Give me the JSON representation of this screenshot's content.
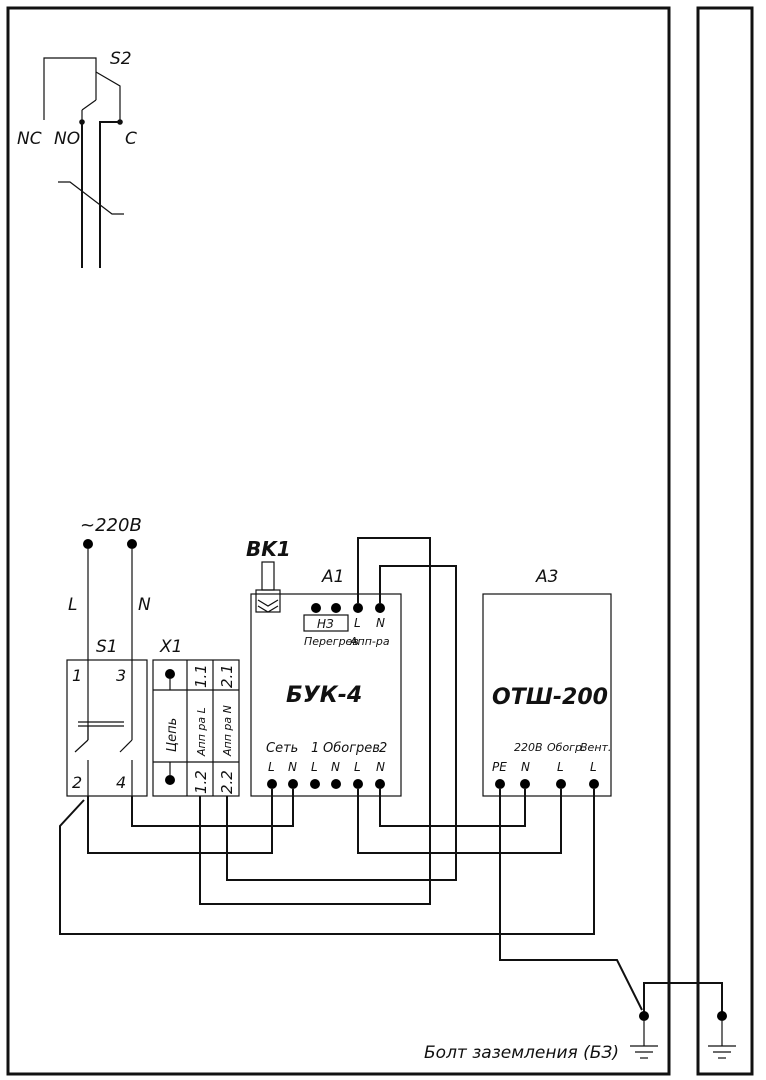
{
  "labels": {
    "s2": "S2",
    "nc": "NC",
    "no": "NO",
    "c": "C",
    "supply": "~220В",
    "l": "L",
    "n": "N",
    "s1": "S1",
    "s1_1": "1",
    "s1_3": "3",
    "s1_2": "2",
    "s1_4": "4",
    "x1": "X1",
    "x1_11": "1.1",
    "x1_21": "2.1",
    "x1_12": "1.2",
    "x1_22": "2.2",
    "x1_circuit": "Цепь",
    "x1_appL": "Апп ра L",
    "x1_appN": "Апп ра N",
    "bk1": "BK1",
    "a1": "A1",
    "a1_name": "БУК-4",
    "a1_nz": "НЗ",
    "a1_overheat": "Перегрев",
    "a1_app": "Апп-ра",
    "a1_L": "L",
    "a1_N": "N",
    "a1_set": "Сеть",
    "a1_1": "1",
    "a1_heat": "Обогрев",
    "a1_2": "2",
    "a3": "A3",
    "a3_name": "ОТШ-200",
    "a3_220": "220В",
    "a3_heat": "Обогр.",
    "a3_vent": "Вент.",
    "a3_pe": "PE",
    "ground_bolt": "Болт заземления (БЗ)"
  }
}
